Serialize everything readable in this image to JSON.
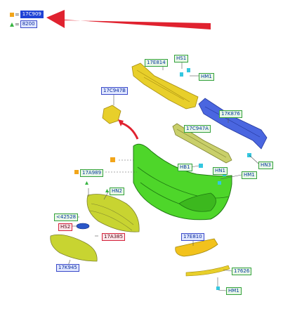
{
  "legend": {
    "row1": {
      "code": "17C909"
    },
    "row2": {
      "code": "8200"
    }
  },
  "parts": [
    {
      "id": "17E814",
      "style": "green"
    },
    {
      "id": "HS1",
      "style": "green"
    },
    {
      "id": "HM1",
      "style": "green"
    },
    {
      "id": "17C947B",
      "style": "blue"
    },
    {
      "id": "17K876",
      "style": "green"
    },
    {
      "id": "17C947A",
      "style": "green"
    },
    {
      "id": "HN3",
      "style": "green"
    },
    {
      "id": "17A989",
      "style": "green"
    },
    {
      "id": "HB1",
      "style": "green"
    },
    {
      "id": "HN1",
      "style": "green"
    },
    {
      "id": "HM1",
      "style": "green"
    },
    {
      "id": "HN2",
      "style": "green"
    },
    {
      "id": "<42528",
      "style": "green"
    },
    {
      "id": "HS2",
      "style": "red"
    },
    {
      "id": "17A385",
      "style": "red"
    },
    {
      "id": "17E810",
      "style": "blue"
    },
    {
      "id": "17K945",
      "style": "blue"
    },
    {
      "id": "17626",
      "style": "green"
    },
    {
      "id": "HM1",
      "style": "green"
    }
  ],
  "colors": {
    "bumper": "#4ed62a",
    "impact_bar": "#4a66e0",
    "bracket": "#e8cf2a",
    "grille": "#c8d431",
    "fog_lamp": "#f2c21c",
    "arrow": "#e0222f",
    "clip": "#34c7e0",
    "legend_square": "#f2a51a",
    "legend_triangle": "#36b441"
  },
  "icons": [
    "orange-square-icon",
    "green-triangle-icon",
    "red-arrow-icon"
  ]
}
